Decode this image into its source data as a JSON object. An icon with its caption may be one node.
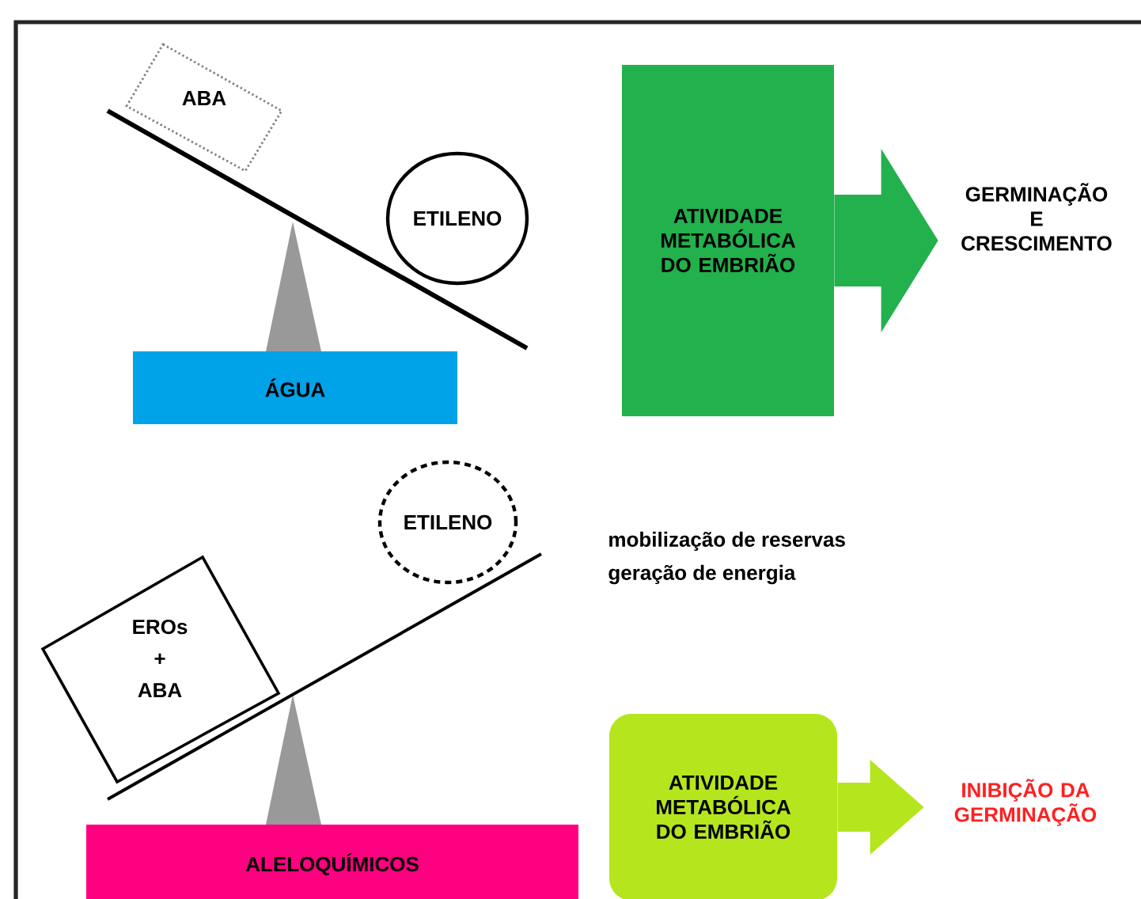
{
  "diagram": {
    "nodes": [
      {
        "text": [
          "ABA"
        ]
      },
      {
        "text": [
          "ETILENO"
        ]
      },
      {
        "text": [
          "ÁGUA"
        ]
      },
      {
        "text": [
          "ATIVIDADE METABÓLICA DO EMBRIÃO"
        ]
      },
      {
        "text": [
          "GERMINAÇÃO E CRESCIMENTO"
        ]
      },
      {
        "text": [
          "ETILENO"
        ]
      },
      {
        "text": [
          "EROs + ABA"
        ]
      },
      {
        "text": [
          "ALELOQUÍMICOS"
        ]
      },
      {
        "text": [
          "ATIVIDADE METABÓLICA DO EMBRIÃO"
        ]
      },
      {
        "text": [
          "INIBIÇÃO DA GERMINAÇÃO"
        ]
      }
    ],
    "edges": [
      {
        "from": 3,
        "to": 4,
        "arrow": "to",
        "color": "#22b14c"
      },
      {
        "from": 8,
        "to": 9,
        "arrow": "to",
        "color": "#b5e61d"
      }
    ],
    "labels": [
      "mobilização de reservas",
      "geração de energia"
    ]
  }
}
